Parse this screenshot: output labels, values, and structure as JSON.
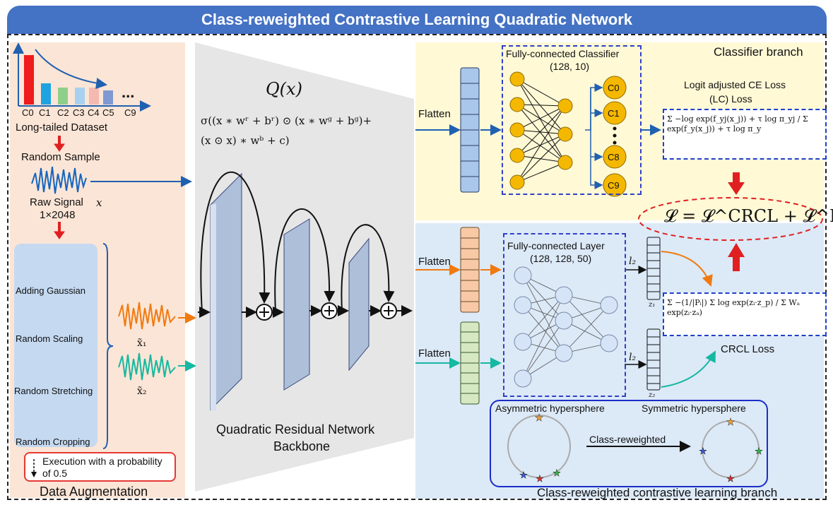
{
  "title": "Class-reweighted Contrastive Learning Quadratic Network",
  "augmentation": {
    "class_labels": [
      "C0",
      "C1",
      "C2",
      "C3",
      "C4",
      "C5",
      "C9"
    ],
    "dots": "...",
    "dataset_label": "Long-tailed Dataset",
    "random_sample": "Random Sample",
    "raw_signal": "Raw Signal",
    "raw_signal_var": "x",
    "raw_signal_size": "1×2048",
    "steps": [
      "Adding Gaussian",
      "Random Scaling",
      "Random Stretching",
      "Random Cropping"
    ],
    "view1": "x̃₁",
    "view2": "x̃₂",
    "note": "Execution with a probability of 0.5",
    "panel_label": "Data Augmentation"
  },
  "backbone": {
    "q_label": "Q(x)",
    "formula_line1": "σ((x ∗ wʳ + bʳ) ⊙ (x ∗ wᵍ + bᵍ)+",
    "formula_line2": "(x ⊙ x) ∗ wᵇ + c)",
    "label_line1": "Quadratic Residual Network",
    "label_line2": "Backbone"
  },
  "classifier": {
    "branch_label": "Classifier branch",
    "flatten": "Flatten",
    "fc_title": "Fully-connected Classifier",
    "fc_size": "(128, 10)",
    "classes": [
      "C0",
      "C1",
      "C8",
      "C9"
    ],
    "loss_title_line1": "Logit adjusted CE Loss",
    "loss_title_line2": "(LC) Loss",
    "loss_formula": "Σ −log exp(f_yj(x_j)) + τ log π_yj / Σ exp(f_y(x_j)) + τ log π_y"
  },
  "total_loss": "𝓛 = 𝓛^CRCL + 𝓛^LC",
  "crcl": {
    "flatten1": "Flatten",
    "flatten2": "Flatten",
    "fc_title": "Fully-connected Layer",
    "fc_size": "(128, 128, 50)",
    "l2_a": "l₂",
    "l2_b": "l₂",
    "z1": "z₁",
    "z2": "z₂",
    "loss_formula": "Σ −(1/|Pᵢ|) Σ log exp(zᵢ·z_p) / Σ Wₐ exp(zᵢ·zₐ)",
    "loss_label": "CRCL Loss",
    "asym": "Asymmetric hypersphere",
    "sym": "Symmetric hypersphere",
    "reweight": "Class-reweighted",
    "branch_label": "Class-reweighted contrastive learning branch"
  },
  "colors": {
    "title_blue": "#4472c4",
    "aug_bg": "#fbe5d6",
    "cls_bg": "#fff9d6",
    "crcl_bg": "#dce9f7",
    "red": "#e02020",
    "orange": "#f07a10",
    "teal": "#15b8a0",
    "node": "#f5b800"
  }
}
